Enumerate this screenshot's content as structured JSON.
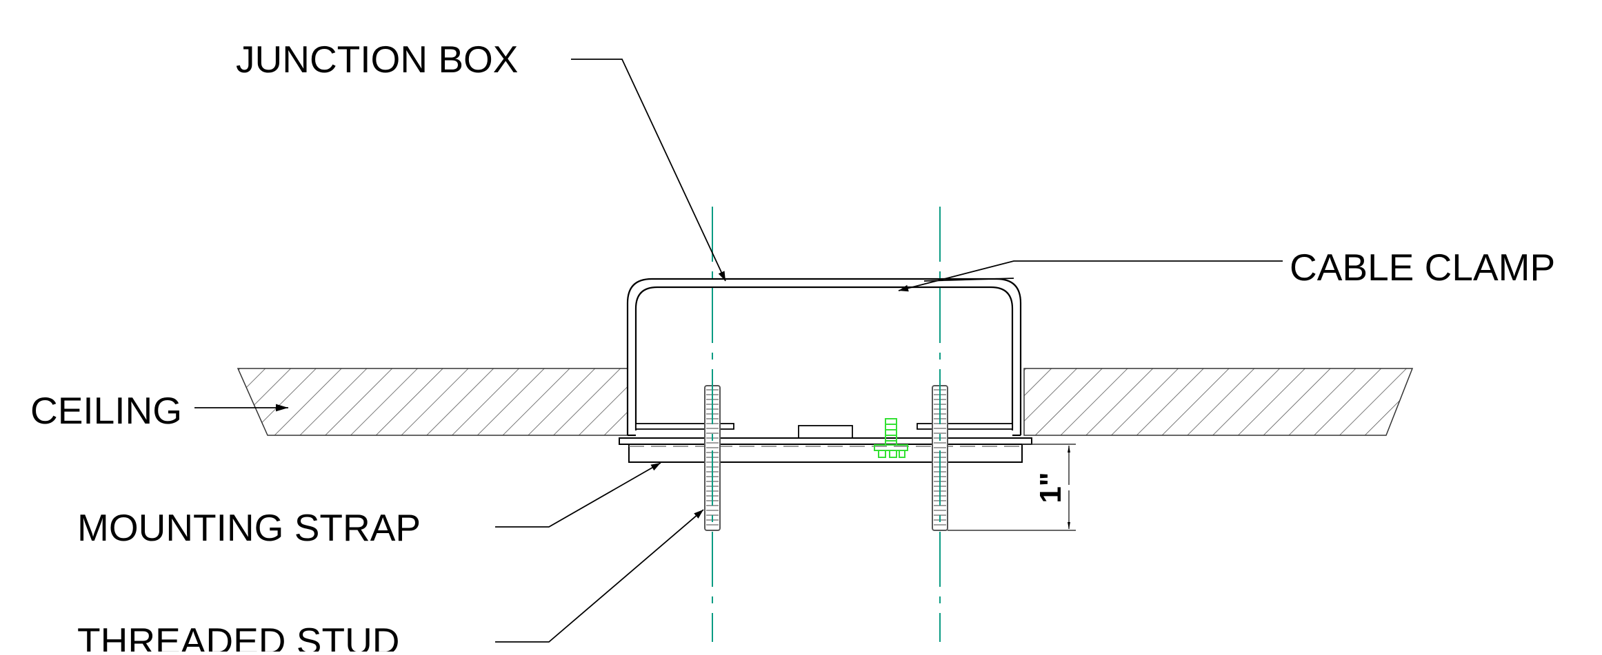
{
  "labels": {
    "junction_box": "JUNCTION BOX",
    "cable_clamp": "CABLE CLAMP",
    "ceiling": "CEILING",
    "mounting_strap": "MOUNTING STRAP",
    "threaded_stud": "THREADED STUD"
  },
  "dimension": {
    "text": "1\""
  },
  "colors": {
    "line": "#000000",
    "centerline": "#0a9b82",
    "screw": "#33e033",
    "hatch": "#555555"
  }
}
